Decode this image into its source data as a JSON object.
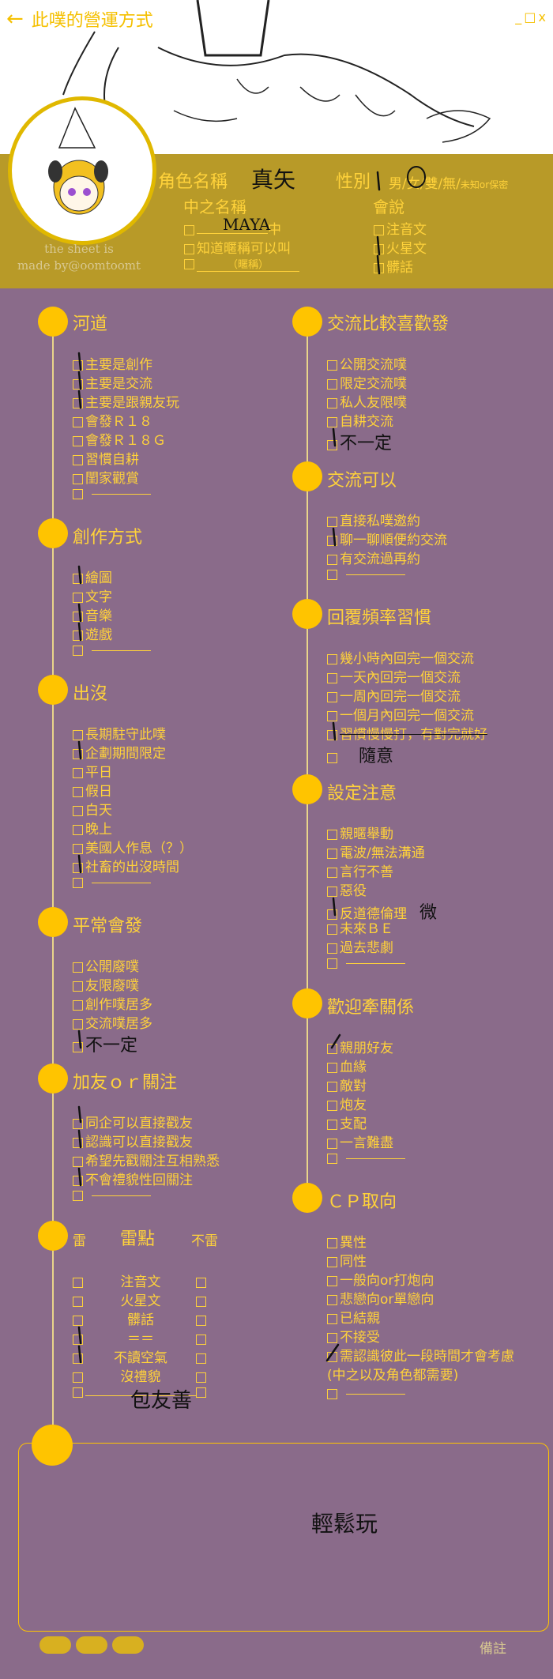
{
  "header": {
    "title": "此噗的營運方式",
    "window_controls": "_ □ x"
  },
  "credit": {
    "line1": "the sheet is",
    "line2": "made by@oomtoomt"
  },
  "profile": {
    "role_name_label": "角色名稱",
    "role_name_value": "真矢",
    "gender_label": "性別",
    "gender_options": "男/女/雙/無/",
    "gender_unknown": "未知or保密",
    "inner_label": "中之名稱",
    "inner_value": "MAYA",
    "inner_suffix": "中",
    "inner_opt2": "知道暱稱可以叫",
    "nickname_hint": "（暱稱）",
    "lang_label": "會說",
    "lang_options": [
      "注音文",
      "火星文",
      "髒話"
    ]
  },
  "sections_left": [
    {
      "title": "河道",
      "items": [
        "主要是創作",
        "主要是交流",
        "主要是跟親友玩",
        "會發Ｒ１８",
        "會發Ｒ１８Ｇ",
        "習慣自耕",
        "閨家觀賞",
        ""
      ]
    },
    {
      "title": "創作方式",
      "items": [
        "繪圖",
        "文字",
        "音樂",
        "遊戲",
        ""
      ]
    },
    {
      "title": "出沒",
      "items": [
        "長期駐守此噗",
        "企劃期間限定",
        "平日",
        "假日",
        "白天",
        "晚上",
        "美國人作息（？）",
        "社畜的出沒時間",
        ""
      ]
    },
    {
      "title": "平常會發",
      "items": [
        "公開廢噗",
        "友限廢噗",
        "創作噗居多",
        "交流噗居多",
        "不一定"
      ]
    },
    {
      "title": "加友ｏｒ關注",
      "items": [
        "同企可以直接戳友",
        "認識可以直接戳友",
        "希望先戳關注互相熟悉",
        "不會禮貌性回關注",
        ""
      ]
    }
  ],
  "thunder": {
    "title": "雷點",
    "left_header": "雷",
    "right_header": "不雷",
    "rows": [
      "注音文",
      "火星文",
      "髒話",
      "＝＝",
      "不讀空氣",
      "沒禮貌",
      ""
    ],
    "handwritten": "包友善"
  },
  "sections_right": [
    {
      "title": "交流比較喜歡發",
      "items": [
        "公開交流噗",
        "限定交流噗",
        "私人友限噗",
        "自耕交流",
        "不一定"
      ]
    },
    {
      "title": "交流可以",
      "items": [
        "直接私噗邀約",
        "聊一聊順便約交流",
        "有交流過再約",
        ""
      ]
    },
    {
      "title": "回覆頻率習慣",
      "items": [
        "幾小時內回完一個交流",
        "一天內回完一個交流",
        "一周內回完一個交流",
        "一個月內回完一個交流",
        "習慣慢慢打，有對完就好",
        "隨意"
      ]
    },
    {
      "title": "設定注意",
      "items": [
        "親暱舉動",
        "電波/無法溝通",
        "言行不善",
        "惡役",
        "反道德倫理",
        "未來ＢＥ",
        "過去悲劇",
        ""
      ],
      "handnote": "微"
    },
    {
      "title": "歡迎牽關係",
      "items": [
        "親朋好友",
        "血緣",
        "敵對",
        "炮友",
        "支配",
        "一言難盡",
        ""
      ]
    },
    {
      "title": "ＣＰ取向",
      "items": [
        "異性",
        "同性",
        "一般向or打炮向",
        "悲戀向or單戀向",
        "已結親",
        "不接受",
        "需認識彼此一段時間才會考慮",
        "(中之以及角色都需要)",
        ""
      ]
    }
  ],
  "notes": {
    "text": "輕鬆玩",
    "label": "備註"
  }
}
